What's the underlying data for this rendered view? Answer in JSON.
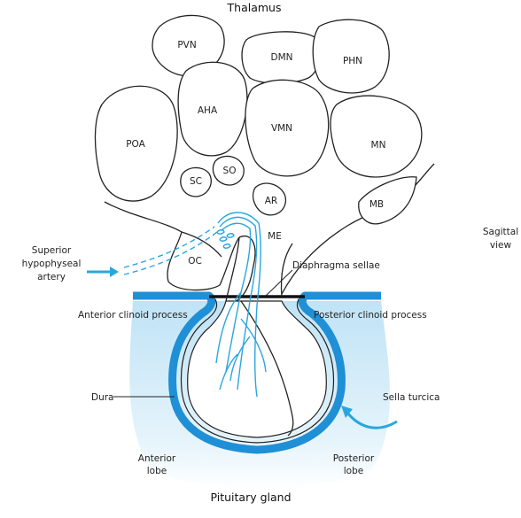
{
  "title_top": "Thalamus",
  "title_bottom": "Pituitary gland",
  "view_label": [
    "Sagittal",
    "view"
  ],
  "nuclei": {
    "pvn": "PVN",
    "dmn": "DMN",
    "phn": "PHN",
    "aha": "AHA",
    "vmn": "VMN",
    "poa": "POA",
    "mn": "MN",
    "sc": "SC",
    "so": "SO",
    "ar": "AR",
    "mb": "MB",
    "me": "ME",
    "oc": "OC"
  },
  "labels": {
    "superior_artery": [
      "Superior",
      "hypophyseal",
      "artery"
    ],
    "diaphragma_sellae": "Diaphragma sellae",
    "anterior_clinoid": "Anterior clinoid process",
    "posterior_clinoid": "Posterior clinoid process",
    "dura": "Dura",
    "sella_turcica": "Sella turcica",
    "anterior_lobe": [
      "Anterior",
      "lobe"
    ],
    "posterior_lobe": [
      "Posterior",
      "lobe"
    ]
  },
  "colors": {
    "accent_blue": "#2aa6df",
    "dura_blue": "#1f8fd6",
    "outline": "#222222"
  }
}
